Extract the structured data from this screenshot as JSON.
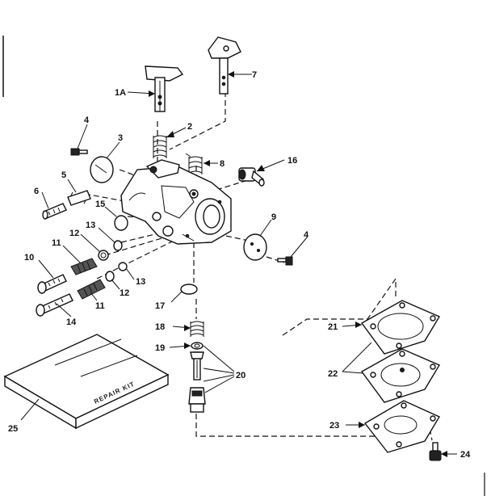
{
  "diagram": {
    "colors": {
      "ink": "#111111",
      "paper": "#ffffff"
    },
    "callouts": {
      "c1a": "1A",
      "c2": "2",
      "c3": "3",
      "c4a": "4",
      "c4b": "4",
      "c5": "5",
      "c6": "6",
      "c7": "7",
      "c8": "8",
      "c9": "9",
      "c10": "10",
      "c11a": "11",
      "c11b": "11",
      "c12a": "12",
      "c12b": "12",
      "c13a": "13",
      "c13b": "13",
      "c14": "14",
      "c15": "15",
      "c16": "16",
      "c17": "17",
      "c18": "18",
      "c19": "19",
      "c20": "20",
      "c21": "21",
      "c22": "22",
      "c23": "23",
      "c24": "24",
      "c25": "25"
    },
    "repair_kit_label": "REPAIR KIT"
  }
}
